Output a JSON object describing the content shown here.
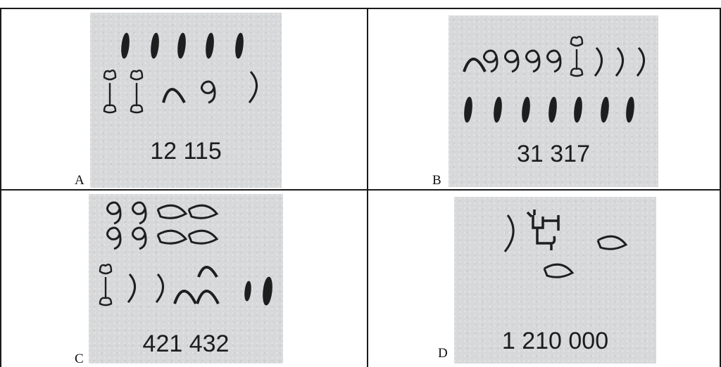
{
  "panels": [
    {
      "letter": "A",
      "value": "12 115"
    },
    {
      "letter": "B",
      "value": "31 317"
    },
    {
      "letter": "C",
      "value": "421 432"
    },
    {
      "letter": "D",
      "value": "1 210 000"
    }
  ]
}
